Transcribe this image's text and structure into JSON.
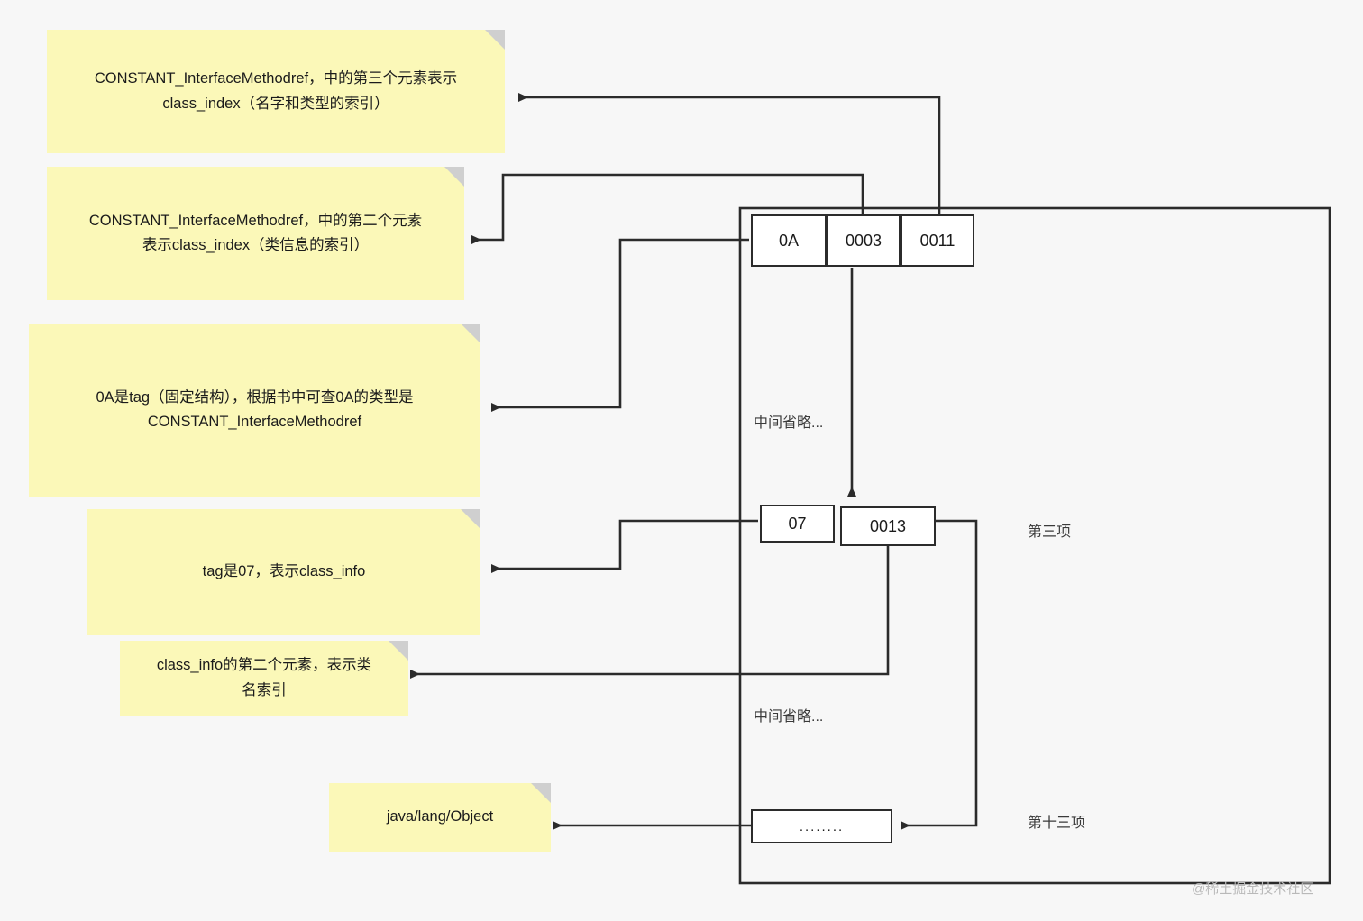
{
  "diagram": {
    "title": "JVM class file constant pool annotation diagram",
    "notes": [
      {
        "id": "note-constant-third-element",
        "text": "CONSTANT_InterfaceMethodref，中的第三个元素表示\nclass_index（名字和类型的索引）"
      },
      {
        "id": "note-constant-second-element",
        "text": "CONSTANT_InterfaceMethodref，中的第二个元素\n表示class_index（类信息的索引）"
      },
      {
        "id": "note-tag-0a",
        "text": "0A是tag（固定结构），根据书中可查0A的类型是\nCONSTANT_InterfaceMethodref"
      },
      {
        "id": "note-tag-07",
        "text": "tag是07，表示class_info"
      },
      {
        "id": "note-class-info-second",
        "text": "class_info的第二个元素，表示类\n名索引"
      },
      {
        "id": "note-java-lang-object",
        "text": "java/lang/Object"
      }
    ],
    "cells": {
      "row1": [
        {
          "id": "cell-0a",
          "value": "0A"
        },
        {
          "id": "cell-0003",
          "value": "0003"
        },
        {
          "id": "cell-0011",
          "value": "0011"
        }
      ],
      "row2": [
        {
          "id": "cell-07",
          "value": "07"
        },
        {
          "id": "cell-0013",
          "value": "0013"
        }
      ],
      "row3": [
        {
          "id": "cell-ellipsis",
          "value": "........"
        }
      ]
    },
    "labels": [
      {
        "id": "label-omitted-top",
        "text": "中间省略..."
      },
      {
        "id": "label-omitted-bottom",
        "text": "中间省略..."
      },
      {
        "id": "label-item-third",
        "text": "第三项"
      },
      {
        "id": "label-item-thirteenth",
        "text": "第十三项"
      }
    ],
    "watermark": "@稀土掘金技术社区",
    "colors": {
      "note_fill": "#fbf8b8",
      "note_fold": "#cfcfcf",
      "stroke": "#2b2b2b",
      "canvas": "#f7f7f7",
      "box_fill": "#ffffff"
    }
  }
}
